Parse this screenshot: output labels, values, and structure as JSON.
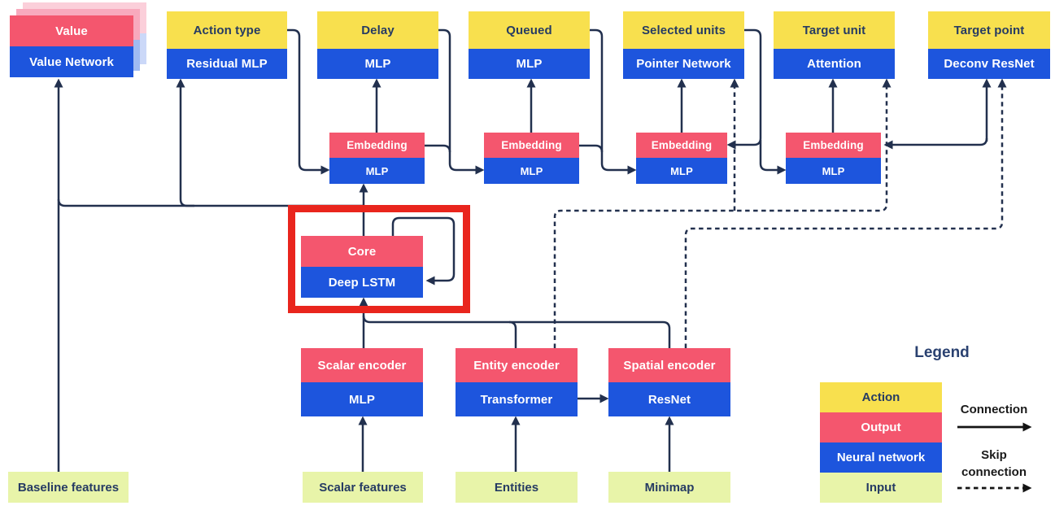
{
  "blocks": {
    "value": {
      "top": "Value",
      "bottom": "Value Network"
    },
    "action_type": {
      "top": "Action type",
      "bottom": "Residual MLP"
    },
    "delay": {
      "top": "Delay",
      "bottom": "MLP"
    },
    "queued": {
      "top": "Queued",
      "bottom": "MLP"
    },
    "selected_units": {
      "top": "Selected units",
      "bottom": "Pointer Network"
    },
    "target_unit": {
      "top": "Target unit",
      "bottom": "Attention"
    },
    "target_point": {
      "top": "Target point",
      "bottom": "Deconv ResNet"
    },
    "embedding1": {
      "top": "Embedding",
      "bottom": "MLP"
    },
    "embedding2": {
      "top": "Embedding",
      "bottom": "MLP"
    },
    "embedding3": {
      "top": "Embedding",
      "bottom": "MLP"
    },
    "embedding4": {
      "top": "Embedding",
      "bottom": "MLP"
    },
    "core": {
      "top": "Core",
      "bottom": "Deep LSTM"
    },
    "scalar_encoder": {
      "top": "Scalar encoder",
      "bottom": "MLP"
    },
    "entity_encoder": {
      "top": "Entity encoder",
      "bottom": "Transformer"
    },
    "spatial_encoder": {
      "top": "Spatial encoder",
      "bottom": "ResNet"
    }
  },
  "inputs": {
    "baseline": "Baseline features",
    "scalar": "Scalar features",
    "entities": "Entities",
    "minimap": "Minimap"
  },
  "legend": {
    "title": "Legend",
    "items": [
      {
        "label": "Action",
        "type": "action"
      },
      {
        "label": "Output",
        "type": "output"
      },
      {
        "label": "Neural network",
        "type": "neural"
      },
      {
        "label": "Input",
        "type": "input"
      }
    ],
    "connection_label": "Connection",
    "skip_label_line1": "Skip",
    "skip_label_line2": "connection"
  },
  "colors": {
    "action_yellow": "#F8E04E",
    "output_pink": "#F4566E",
    "neural_blue": "#1D55DD",
    "input_green": "#E8F4A9",
    "connector_navy": "#22304E",
    "highlight_red": "#E9251D",
    "legend_arrow_black": "#141414"
  }
}
